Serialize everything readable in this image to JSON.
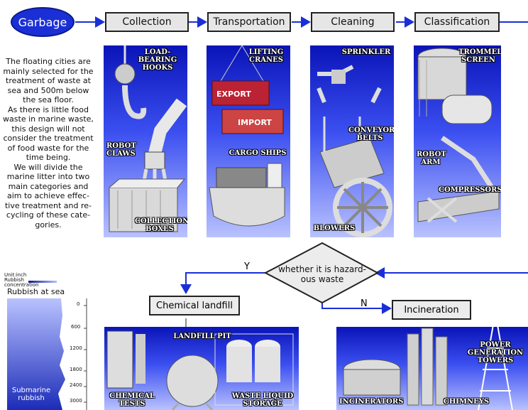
{
  "start": "Garbage",
  "stages": [
    "Collection",
    "Transportation",
    "Cleaning",
    "Classification"
  ],
  "description": [
    "The floating cities are",
    "mainly selected for the",
    "treatment of waste at",
    "sea and 500m below",
    "the sea floor.",
    "As there is little food",
    "waste in marine waste,",
    "this design will not",
    "consider the treatment",
    "of food waste for the",
    "time being.",
    "We will divide the",
    "marine litter into two",
    "main categories and",
    "aim to achieve effec-",
    "tive treatment and re-",
    "cycling of these cate-",
    "gories."
  ],
  "panel_labels": {
    "collection": [
      "LOAD-BEARING HOOKS",
      "ROBOT CLAWS",
      "COLLECTION BOXES"
    ],
    "transportation": [
      "LIFTING CRANES",
      "CARGO SHIPS"
    ],
    "cleaning": [
      "SPRINKLER",
      "CONVEYOR BELTS",
      "BLOWERS"
    ],
    "classification": [
      "TROMMEL SCREEN",
      "ROBOT ARM",
      "COMPRESSORS"
    ]
  },
  "container_text": [
    "EXPORT",
    "IMPORT"
  ],
  "decision": [
    "whether it is hazard-",
    "ous waste"
  ],
  "branch_yes": "Y",
  "branch_no": "N",
  "yes_node": "Chemical landfill",
  "no_node": "Incineration",
  "landfill_labels": [
    "LANDFILL PIT",
    "CHEMICAL TESTS",
    "WASTE LIQUID STORAGE"
  ],
  "incineration_labels": [
    "POWER GENERATION TOWERS",
    "INCINERATORS",
    "CHIMNEYS"
  ],
  "depth_chart": {
    "unit": "Unit:inch",
    "legend_line": "Rubbish",
    "legend_line2": "concentration",
    "top_label": "Rubbish at sea",
    "bottom_label": "Submarine rubbish",
    "ticks": [
      "0",
      "600",
      "1200",
      "1800",
      "2400",
      "3000"
    ]
  }
}
